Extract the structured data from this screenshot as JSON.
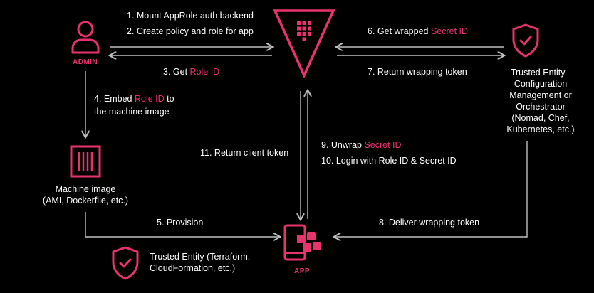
{
  "accent_color": "#e8336d",
  "arrow_color": "#bfbfbf",
  "nodes": {
    "admin_label": "ADMIN",
    "app_label": "APP",
    "machine_image_line1": "Machine image",
    "machine_image_line2": "(AMI, Dockerfile, etc.)",
    "trusted_orchestrator": [
      "Trusted Entity -",
      "Configuration",
      "Management or",
      "Orchestrator",
      "(Nomad, Chef,",
      "Kubernetes, etc.)"
    ],
    "trusted_terraform_line1": "Trusted Entity (Terraform,",
    "trusted_terraform_line2": "CloudFormation, etc.)"
  },
  "steps": {
    "s1": "1. Mount AppRole auth backend",
    "s2": "2. Create policy and role for app",
    "s3_prefix": "3. Get ",
    "s3_hl": "Role ID",
    "s4_prefix": "4. Embed ",
    "s4_hl": "Role ID",
    "s4_suffix": " to",
    "s4_line2": "the machine image",
    "s5": "5. Provision",
    "s6_prefix": "6. Get wrapped ",
    "s6_hl": "Secret ID",
    "s7": "7. Return wrapping token",
    "s8": "8. Deliver wrapping token",
    "s9_prefix": "9. Unwrap ",
    "s9_hl": "Secret ID",
    "s10": "10. Login with Role ID & Secret ID",
    "s11": "11. Return client token"
  },
  "icons": {
    "vault": "vault-logo-icon",
    "admin": "admin-user-icon",
    "shield_top": "shield-check-icon",
    "shield_bottom": "shield-check-icon",
    "machine": "machine-image-icon",
    "app": "app-icon"
  }
}
